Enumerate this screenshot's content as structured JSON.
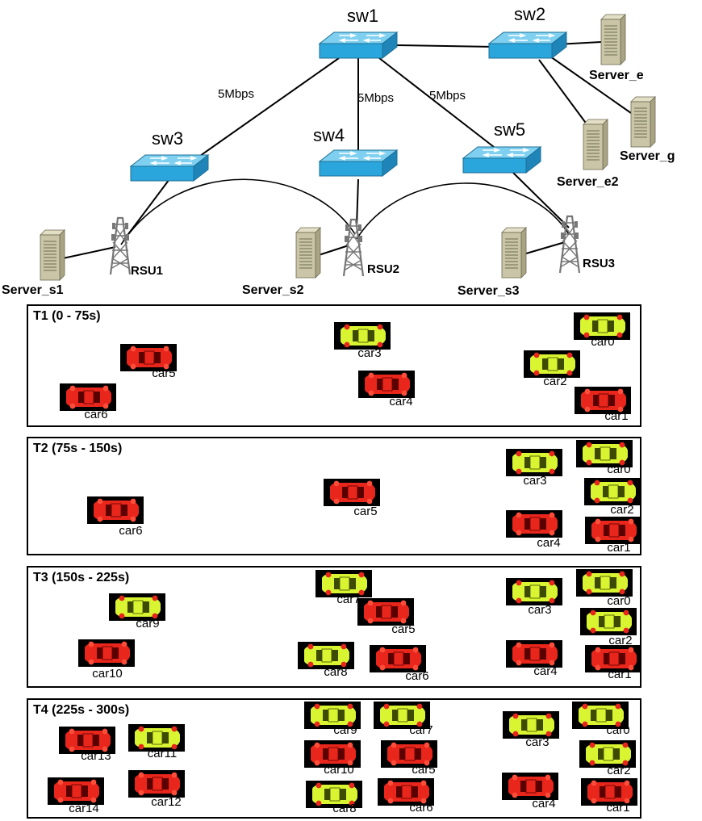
{
  "network": {
    "switches": {
      "sw1": "sw1",
      "sw2": "sw2",
      "sw3": "sw3",
      "sw4": "sw4",
      "sw5": "sw5"
    },
    "bandwidth": {
      "sw1_sw3": "5Mbps",
      "sw1_sw4": "5Mbps",
      "sw1_sw5": "5Mbps"
    },
    "servers": {
      "e": "Server_e",
      "e2": "Server_e2",
      "g": "Server_g",
      "s1": "Server_s1",
      "s2": "Server_s2",
      "s3": "Server_s3"
    },
    "rsus": {
      "rsu1": "RSU1",
      "rsu2": "RSU2",
      "rsu3": "RSU3"
    }
  },
  "colors": {
    "car_red": "#e8261c",
    "car_yellow": "#d9f531",
    "switch_blue": "#2ba6dc",
    "server_gray": "#c9c5a6"
  },
  "periods": [
    {
      "title": "T1 (0 - 75s)",
      "cars": [
        {
          "name": "car0",
          "color": "yellow"
        },
        {
          "name": "car1",
          "color": "red"
        },
        {
          "name": "car2",
          "color": "yellow"
        },
        {
          "name": "car3",
          "color": "yellow"
        },
        {
          "name": "car4",
          "color": "red"
        },
        {
          "name": "car5",
          "color": "red"
        },
        {
          "name": "car6",
          "color": "red"
        }
      ]
    },
    {
      "title": "T2 (75s - 150s)",
      "cars": [
        {
          "name": "car0",
          "color": "yellow"
        },
        {
          "name": "car1",
          "color": "red"
        },
        {
          "name": "car2",
          "color": "yellow"
        },
        {
          "name": "car3",
          "color": "yellow"
        },
        {
          "name": "car4",
          "color": "red"
        },
        {
          "name": "car5",
          "color": "red"
        },
        {
          "name": "car6",
          "color": "red"
        }
      ]
    },
    {
      "title": "T3 (150s - 225s)",
      "cars": [
        {
          "name": "car0",
          "color": "yellow"
        },
        {
          "name": "car1",
          "color": "red"
        },
        {
          "name": "car2",
          "color": "yellow"
        },
        {
          "name": "car3",
          "color": "yellow"
        },
        {
          "name": "car4",
          "color": "red"
        },
        {
          "name": "car5",
          "color": "red"
        },
        {
          "name": "car6",
          "color": "red"
        },
        {
          "name": "car7",
          "color": "yellow"
        },
        {
          "name": "car8",
          "color": "yellow"
        },
        {
          "name": "car9",
          "color": "yellow"
        },
        {
          "name": "car10",
          "color": "red"
        }
      ]
    },
    {
      "title": "T4 (225s - 300s)",
      "cars": [
        {
          "name": "car0",
          "color": "yellow"
        },
        {
          "name": "car1",
          "color": "red"
        },
        {
          "name": "car2",
          "color": "yellow"
        },
        {
          "name": "car3",
          "color": "yellow"
        },
        {
          "name": "car4",
          "color": "red"
        },
        {
          "name": "car5",
          "color": "red"
        },
        {
          "name": "car6",
          "color": "red"
        },
        {
          "name": "car7",
          "color": "yellow"
        },
        {
          "name": "car8",
          "color": "yellow"
        },
        {
          "name": "car9",
          "color": "yellow"
        },
        {
          "name": "car10",
          "color": "red"
        },
        {
          "name": "car11",
          "color": "yellow"
        },
        {
          "name": "car12",
          "color": "red"
        },
        {
          "name": "car13",
          "color": "red"
        },
        {
          "name": "car14",
          "color": "red"
        }
      ]
    }
  ]
}
